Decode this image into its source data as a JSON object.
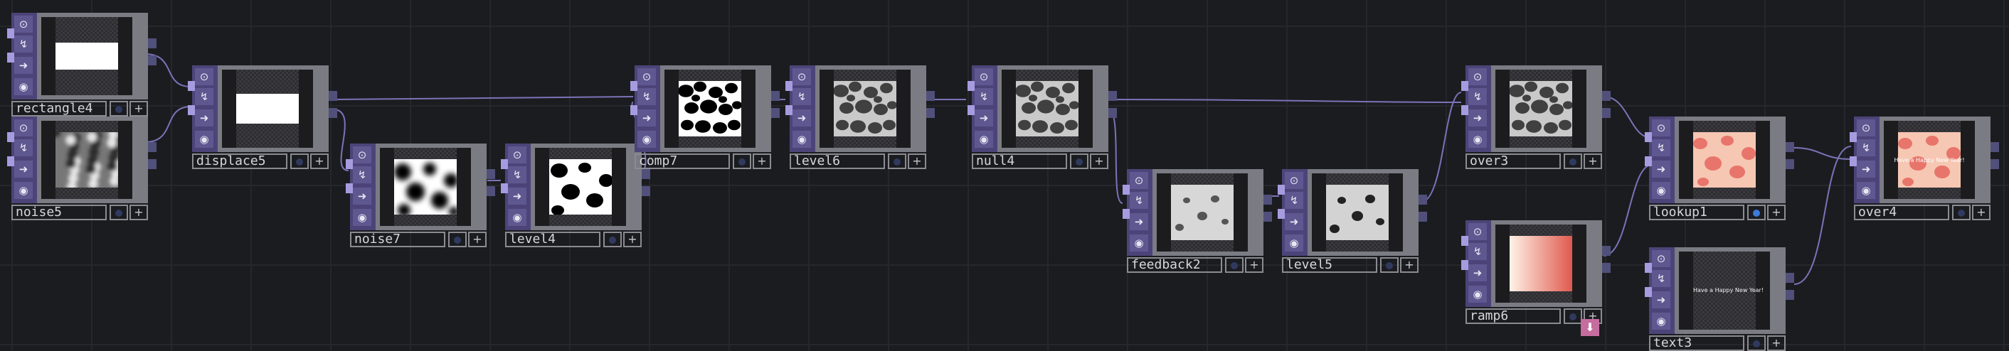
{
  "network": {
    "nodes": [
      {
        "id": "rectangle4",
        "label": "rectangle4",
        "thumb": "rect-small"
      },
      {
        "id": "noise5",
        "label": "noise5",
        "thumb": "noise-soft"
      },
      {
        "id": "displace5",
        "label": "displace5",
        "thumb": "rect-wide"
      },
      {
        "id": "noise7",
        "label": "noise7",
        "thumb": "blobs-dark"
      },
      {
        "id": "level4",
        "label": "level4",
        "thumb": "blobs-contrast"
      },
      {
        "id": "comp7",
        "label": "comp7",
        "thumb": "blobs-bw"
      },
      {
        "id": "level6",
        "label": "level6",
        "thumb": "blobs-grey"
      },
      {
        "id": "null4",
        "label": "null4",
        "thumb": "blobs-grey"
      },
      {
        "id": "feedback2",
        "label": "feedback2",
        "thumb": "feedback"
      },
      {
        "id": "level5",
        "label": "level5",
        "thumb": "feedback-dark"
      },
      {
        "id": "over3",
        "label": "over3",
        "thumb": "blobs-grey"
      },
      {
        "id": "ramp6",
        "label": "ramp6",
        "thumb": "ramp"
      },
      {
        "id": "lookup1",
        "label": "lookup1",
        "thumb": "lookup",
        "viewer_active": true
      },
      {
        "id": "text3",
        "label": "text3",
        "thumb": "text"
      },
      {
        "id": "over4",
        "label": "over4",
        "thumb": "over"
      }
    ],
    "text3_sample": "Have a Happy New Year!",
    "over4_sample": "Have a Happy New Year!",
    "pulse_icon": "pulse-arrow-icon",
    "colors": {
      "op_strip": "#4c4479",
      "inport": "#a79be0",
      "wire": "#7b73b8",
      "viewer_active": "#3d79d8",
      "ramp_end": "#e05a50"
    }
  }
}
